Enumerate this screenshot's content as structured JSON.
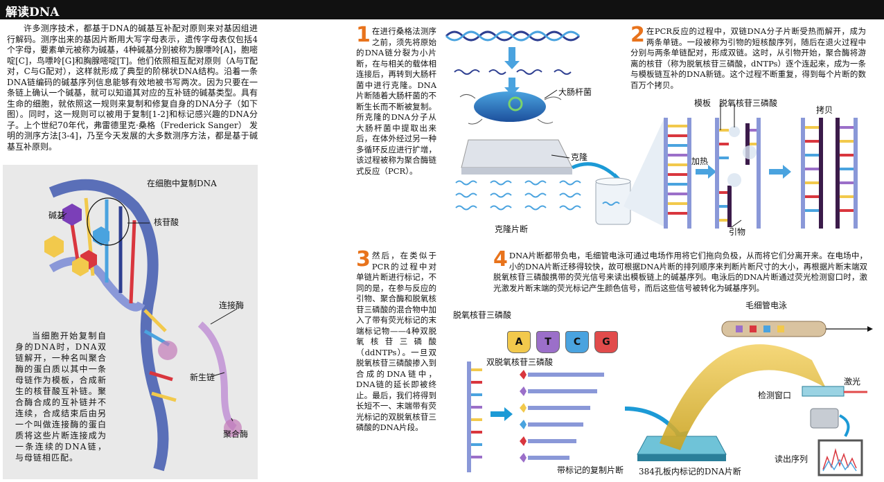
{
  "header": {
    "title": "解读DNA"
  },
  "intro": {
    "text": "许多测序技术，都基于DNA的碱基互补配对原则来对基因组进行解码。测序出来的基因片断用大写字母表示，遗传字母表仅包括4个字母，要素单元被称为碱基，4种碱基分别被称为腺嘌呤[A]，胞嘧啶[C]，鸟嘌呤[G]和胸腺嘧啶[T]。他们依照相互配对原则（A与T配对，C与G配对），这样就形成了典型的阶梯状DNA结构。沿着一条DNA链编码的碱基序列信息能够有效地被书写两次。因为只要在一条链上确认一个碱基，就可以知道其对应的互补链的碱基类型。具有生命的细胞，就依照这一规则来复制和修复自身的DNA分子（如下图）。同时，这一规则可以被用于复制[1-2]和标记感兴趣的DNA分子。上个世纪70年代，弗雷德里克·桑格（Frederick Sanger） 发明的测序方法[3-4]，乃至今天发展的大多数测序方法，都是基于碱基互补原则。"
  },
  "replication": {
    "title": "在细胞中复制DNA",
    "label_base": "碱基",
    "label_nucleotide": "核苷酸",
    "label_ligase": "连接酶",
    "label_new_strand": "新生链",
    "label_polymerase": "聚合酶",
    "caption": "当细胞开始复制自身的DNA时，DNA双链解开，一种名叫聚合酶的蛋白质以其中一条母链作为模板，合成新生的核苷酸互补链。聚合酶合成的互补链并不连续，合成结束后由另一个叫做连接酶的蛋白质将这些片断连接成为一条连续的DNA链，与母链相匹配。"
  },
  "step1": {
    "number": "1",
    "text": "在进行桑格法测序之前，须先将原始的DNA链分裂为小片断，在与相关的载体相连接后，再转到大肠杆菌中进行克隆。DNA片断随着大肠杆菌的不断生长而不断被复制。所克隆的DNA分子从大肠杆菌中提取出来后，在体外经过另一种多循环反应进行扩增，该过程被称为聚合酶链式反应（PCR）。",
    "label_ecoli": "大肠杆菌",
    "label_clone": "克隆",
    "label_fragments": "克隆片断"
  },
  "step2": {
    "number": "2",
    "text": "在PCR反应的过程中，双链DNA分子片断受热而解开，成为两条单链。一段被称为引物的短核酸序列，随后在退火过程中分别与两条单链配对，形成双链。这时，从引物开始，聚合酶将游离的核苷（称为脱氧核苷三磷酸，dNTPs）逐个连起来，成为一条与模板链互补的DNA新链。这个过程不断重复，得到每个片断的数百万个拷贝。",
    "label_template": "模板",
    "label_dntp": "脱氧核苷三磷酸",
    "label_copy": "拷贝",
    "label_heat": "加热",
    "label_primer": "引物"
  },
  "step3": {
    "number": "3",
    "text": "然后，在类似于PCR的过程中对单链片断进行标记，不同的是，在参与反应的引物、聚合酶和脱氧核苷三磷酸的混合物中加入了带有荧光标记的末端标记物——4种双脱氧核苷三磷酸（ddNTPs）。一旦双脱氧核苷三磷酸掺入到合成的DNA链中，DNA链的延长即被终止。最后，我们将得到长短不一、末端带有荧光标记的双脱氧核苷三磷酸的DNA片段。"
  },
  "step4": {
    "number": "4",
    "text": "DNA片断都带负电，毛细管电泳可通过电场作用将它们拖向负极，从而将它们分离开来。在电场中，小的DNA片断迁移得较快，故可根据DNA片断的排列顺序来判断片断尺寸的大小，再根据片断末端双脱氧核苷三磷酸携带的荧光信号来读出模板链上的碱基序列。电泳后的DNA片断通过荧光检测窗口时，激光激发片断末端的荧光标记产生颜色信号，而后这些信号被转化为碱基序列。",
    "label_dntp": "脱氧核苷三磷酸",
    "label_ddntp": "双脱氧核苷三磷酸",
    "tubes": [
      {
        "letter": "A",
        "color": "#f2c94c"
      },
      {
        "letter": "T",
        "color": "#9b6fc9"
      },
      {
        "letter": "C",
        "color": "#4aa3df"
      },
      {
        "letter": "G",
        "color": "#e14b4b"
      }
    ],
    "label_capillary": "毛细管电泳",
    "label_laser": "激光",
    "label_window": "检测窗口",
    "label_labeled": "带标记的复制片断",
    "label_plate": "384孔板内标记的DNA片断",
    "label_read": "读出序列"
  }
}
